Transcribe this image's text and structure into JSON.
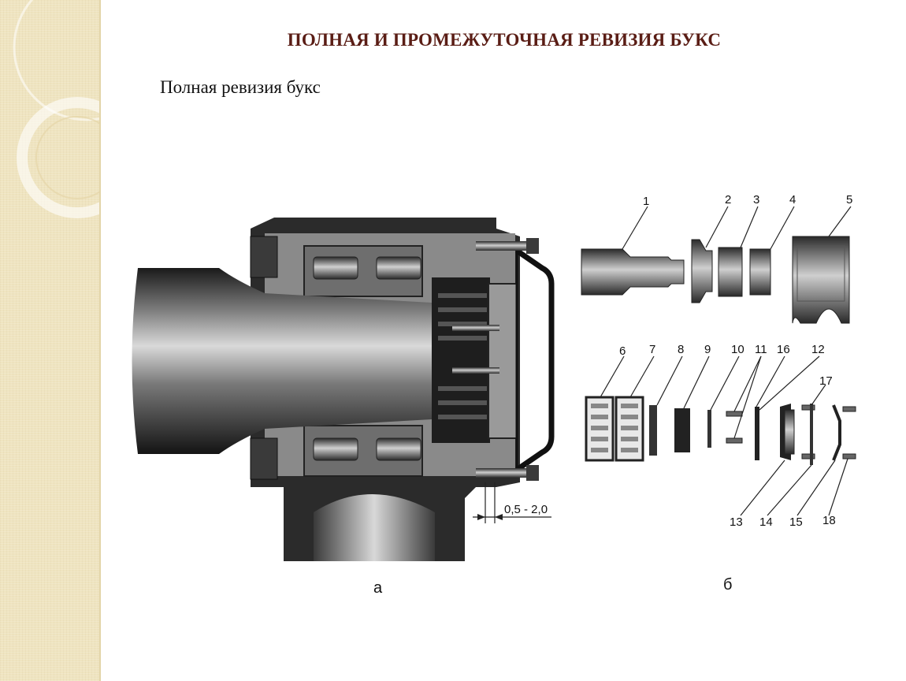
{
  "slide": {
    "title": "ПОЛНАЯ И ПРОМЕЖУТОЧНАЯ РЕВИЗИЯ БУКС",
    "subtitle": "Полная ревизия букс"
  },
  "figure": {
    "clearance_label": "0,5 - 2,0",
    "caption_a": "а",
    "caption_b": "б",
    "part_numbers": [
      "1",
      "2",
      "3",
      "4",
      "5",
      "6",
      "7",
      "8",
      "9",
      "10",
      "11",
      "16",
      "12",
      "17",
      "13",
      "14",
      "15",
      "18"
    ]
  }
}
